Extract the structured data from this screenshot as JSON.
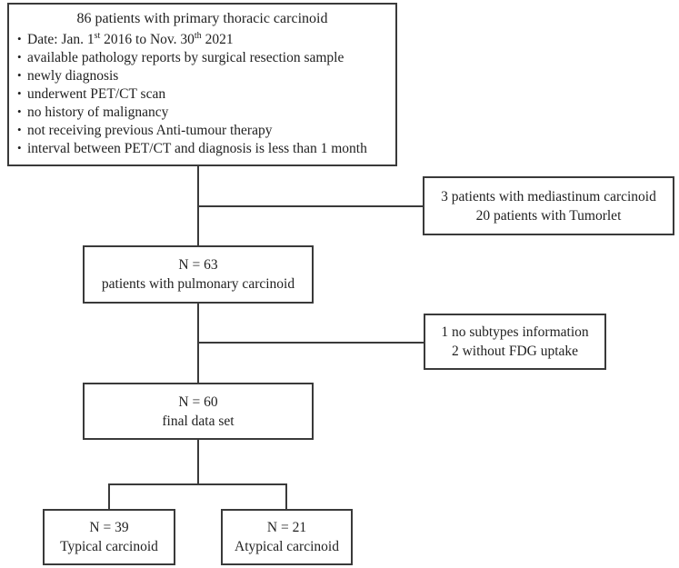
{
  "flowchart": {
    "bullet_char": "•",
    "top_box": {
      "title": "86 patients with primary thoracic carcinoid",
      "date_bullet": {
        "part1": "Date: Jan. 1",
        "sup1": "st",
        "part2": " 2016 to Nov. 30",
        "sup2": "th",
        "part3": " 2021"
      },
      "bullets": [
        "available pathology reports by surgical resection sample",
        "newly diagnosis",
        "underwent PET/CT scan",
        "no history of malignancy",
        "not receiving previous Anti-tumour therapy",
        "interval between PET/CT and diagnosis is less than 1 month"
      ]
    },
    "exclusion_box_1": {
      "line1": "3 patients with mediastinum carcinoid",
      "line2": "20 patients with Tumorlet"
    },
    "pulmonary_box": {
      "line1": "N = 63",
      "line2": "patients with pulmonary carcinoid"
    },
    "exclusion_box_2": {
      "line1": "1 no subtypes information",
      "line2": "2 without FDG uptake"
    },
    "final_box": {
      "line1": "N = 60",
      "line2": "final data set"
    },
    "typical_box": {
      "line1": "N = 39",
      "line2": "Typical carcinoid"
    },
    "atypical_box": {
      "line1": "N = 21",
      "line2": "Atypical carcinoid"
    }
  },
  "colors": {
    "line": "#3a3a3a",
    "text": "#1f1f1f",
    "background": "#ffffff"
  }
}
